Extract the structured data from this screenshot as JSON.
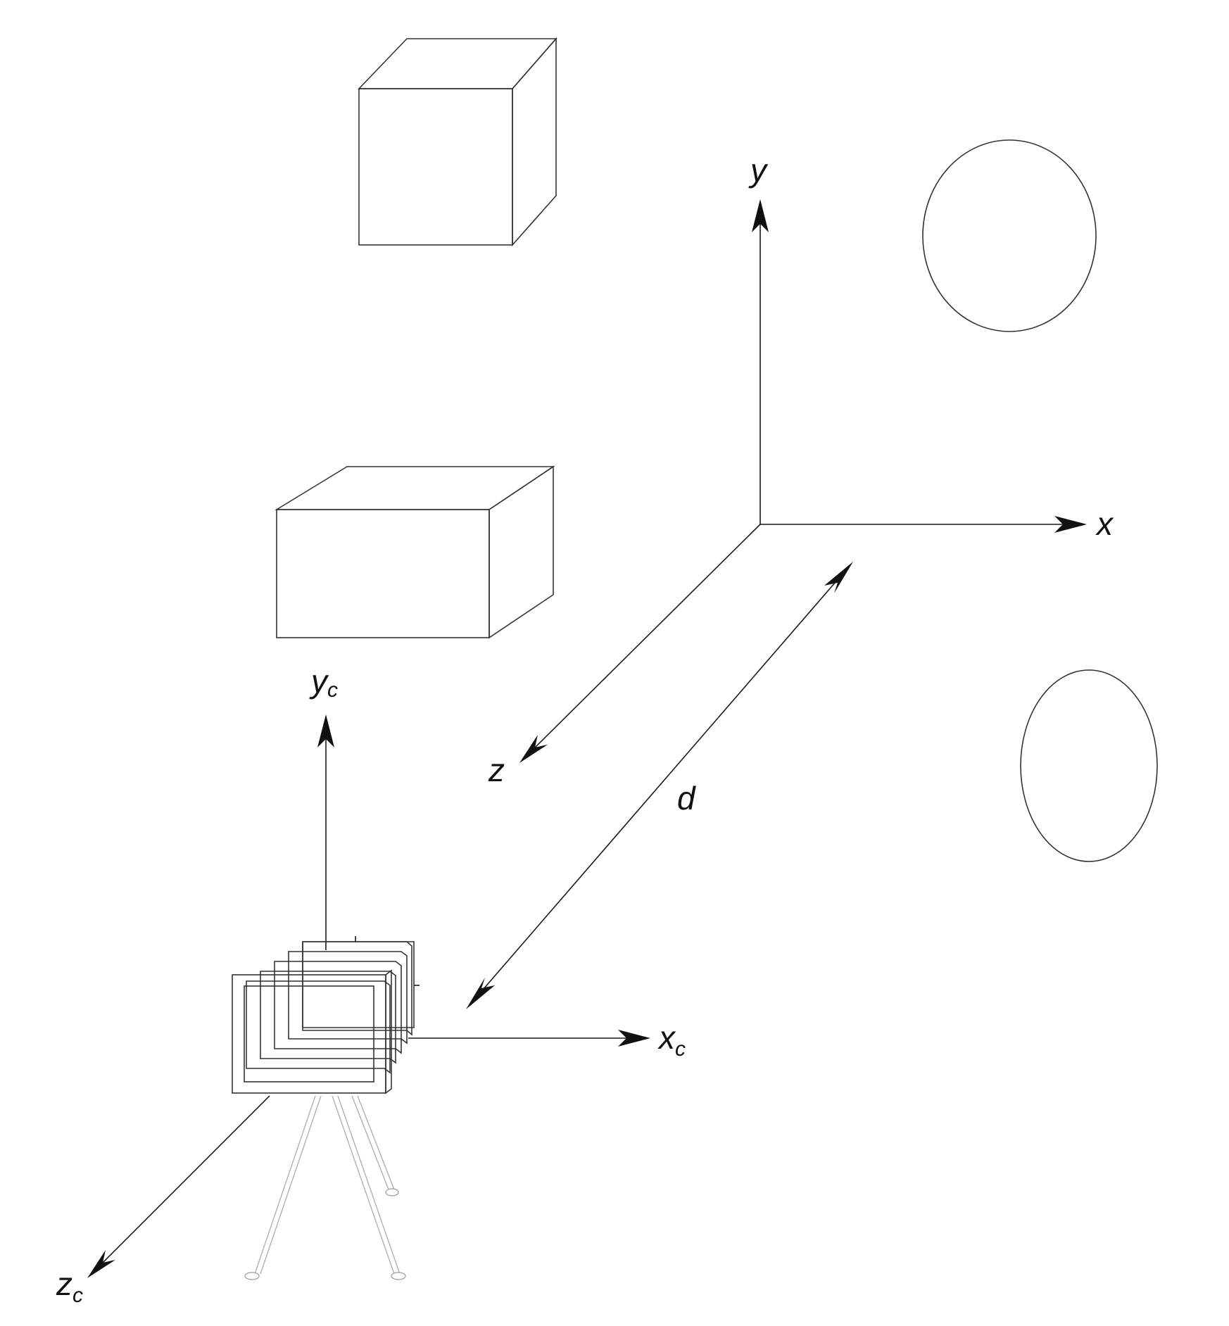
{
  "world_axes": {
    "x_label": "x",
    "y_label": "y",
    "z_label": "z"
  },
  "camera_axes": {
    "x_label": "x",
    "x_sub": "c",
    "y_label": "y",
    "y_sub": "c",
    "z_label": "z",
    "z_sub": "c"
  },
  "distance_label": "d",
  "objects": [
    {
      "name": "cube",
      "shape": "box"
    },
    {
      "name": "box",
      "shape": "box"
    },
    {
      "name": "upper-sphere",
      "shape": "ellipsoid"
    },
    {
      "name": "lower-ellipsoid",
      "shape": "ellipsoid"
    }
  ],
  "camera": {
    "type": "camera-on-tripod",
    "icon": "camera-icon"
  },
  "colors": {
    "object_dark": "#2e8454",
    "object_light": "#ffffff",
    "camera_panel": "#c9e2d0",
    "camera_back": "#3f8f60",
    "line": "#1a1a1a"
  }
}
